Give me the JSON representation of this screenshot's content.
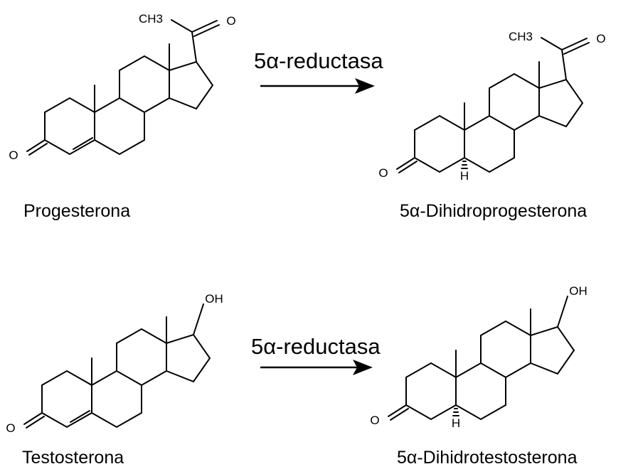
{
  "reactions": [
    {
      "enzyme": "5α-reductasa",
      "substrate": {
        "name": "Progesterona",
        "substituent": "CH3",
        "ketone_o": "O",
        "c17_o": "O"
      },
      "product": {
        "name": "5α-Dihidroprogesterona",
        "substituent": "CH3",
        "ketone_o": "O",
        "c17_o": "O",
        "h": "H"
      }
    },
    {
      "enzyme": "5α-reductasa",
      "substrate": {
        "name": "Testosterona",
        "substituent": "OH",
        "ketone_o": "O"
      },
      "product": {
        "name": "5α-Dihidrotestosterona",
        "substituent": "OH",
        "ketone_o": "O",
        "h": "H"
      }
    }
  ]
}
